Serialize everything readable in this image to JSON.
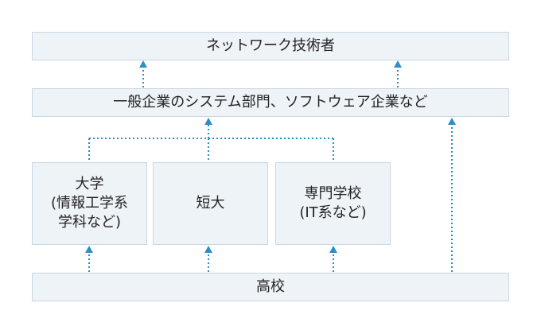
{
  "diagram": {
    "top_box": "ネットワーク技術者",
    "middle_box": "一般企業のシステム部門、ソフトウェア企業など",
    "school_univ": [
      "大学",
      "(情報工学系",
      "学科など)"
    ],
    "school_junior": "短大",
    "school_vocational": [
      "専門学校",
      "(IT系など)"
    ],
    "bottom_box": "高校"
  },
  "colors": {
    "box_fill": "#eef3f8",
    "box_border": "#c9d6e3",
    "arrow": "#2a8fc7"
  }
}
